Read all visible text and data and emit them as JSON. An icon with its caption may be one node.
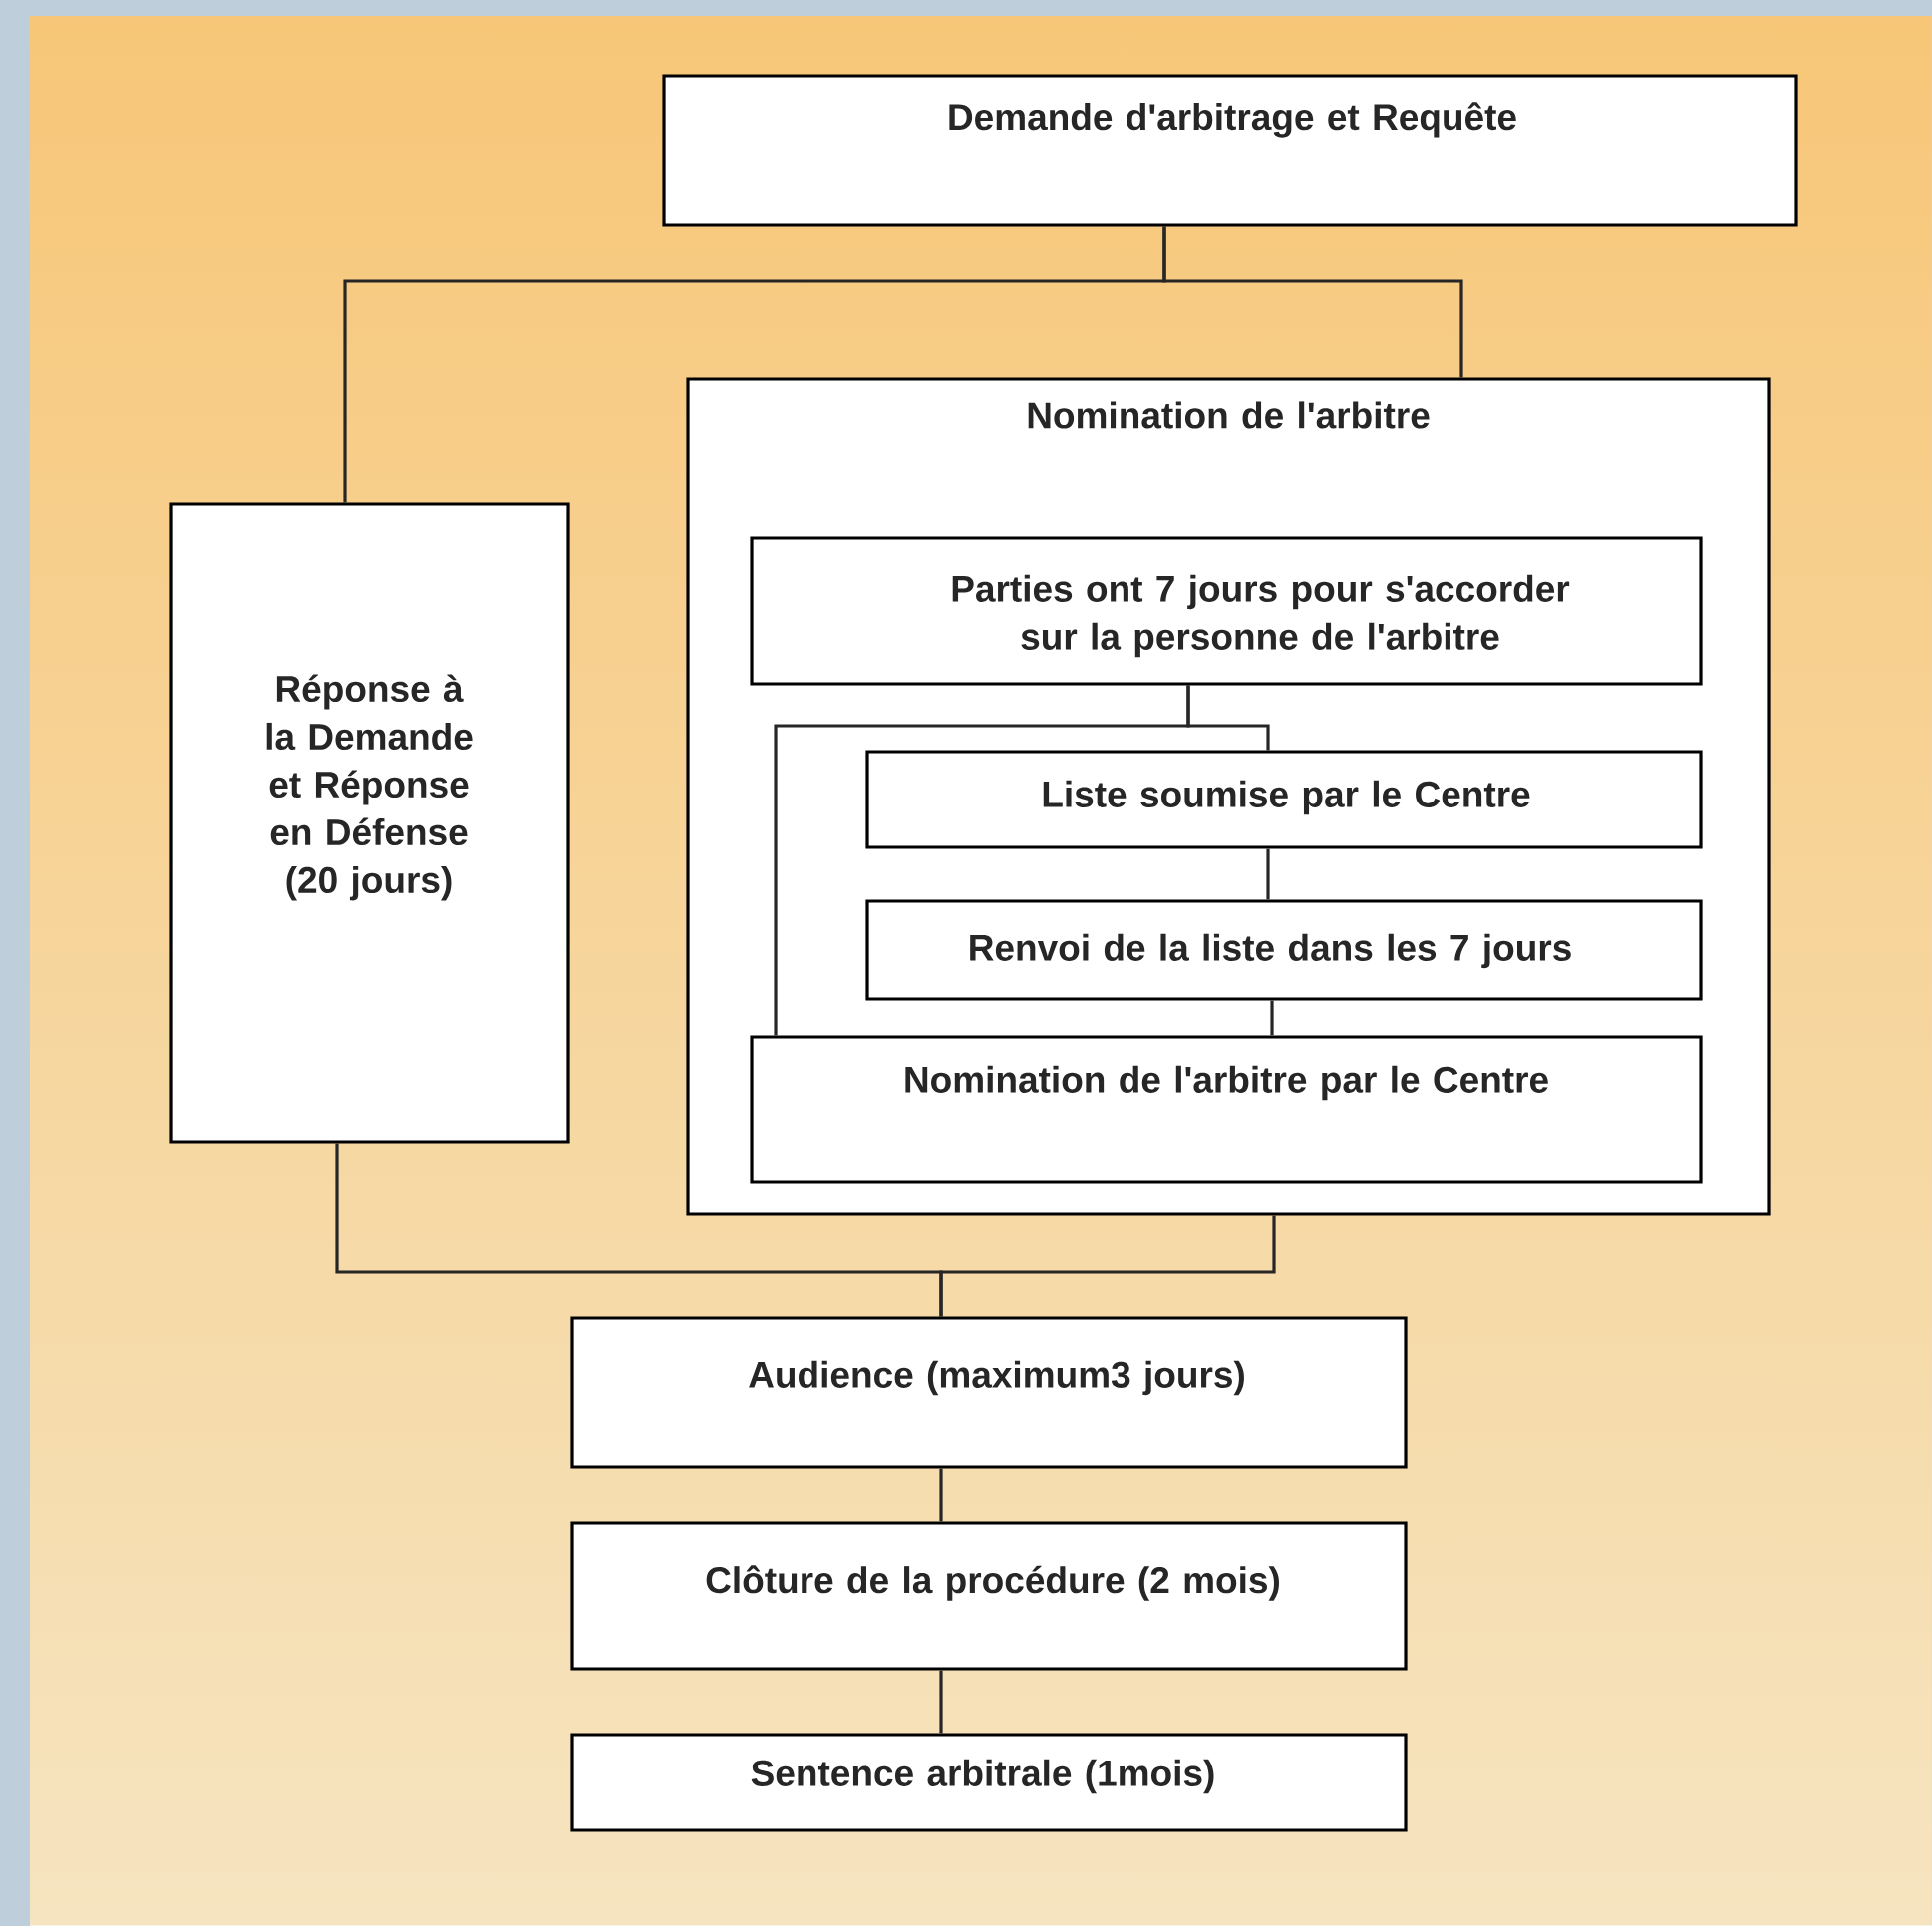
{
  "diagram": {
    "nodes": [
      {
        "text": [
          "Demande d'arbitrage et Requête"
        ]
      },
      {
        "text": [
          "Réponse à la Demande et Réponse en Défense (20 jours)"
        ]
      },
      {
        "text": [
          "Nomination de l'arbitre"
        ]
      },
      {
        "text": [
          "Parties ont 7 jours pour s'accorder sur la personne de l'arbitre"
        ],
        "in": 2
      },
      {
        "text": [
          "Liste soumise par le Centre"
        ],
        "in": 2
      },
      {
        "text": [
          "Renvoi de la liste dans les 7 jours"
        ],
        "in": 2
      },
      {
        "text": [
          "Nomination de l'arbitre par le Centre"
        ],
        "in": 2
      },
      {
        "text": [
          "Audience (maximum3 jours)"
        ]
      },
      {
        "text": [
          "Clôture de la procédure (2 mois)"
        ]
      },
      {
        "text": [
          "Sentence arbitrale (1mois)"
        ]
      }
    ],
    "edges": [
      {
        "from": 0,
        "to": 1,
        "arrow": "none"
      },
      {
        "from": 0,
        "to": 2,
        "arrow": "none"
      },
      {
        "from": 3,
        "to": 4,
        "arrow": "none"
      },
      {
        "from": 3,
        "to": 6,
        "arrow": "none"
      },
      {
        "from": 4,
        "to": 5,
        "arrow": "none"
      },
      {
        "from": 5,
        "to": 6,
        "arrow": "none"
      },
      {
        "from": 1,
        "to": 7,
        "arrow": "none"
      },
      {
        "from": 2,
        "to": 7,
        "arrow": "none"
      },
      {
        "from": 7,
        "to": 8,
        "arrow": "none"
      },
      {
        "from": 8,
        "to": 9,
        "arrow": "none"
      }
    ]
  }
}
